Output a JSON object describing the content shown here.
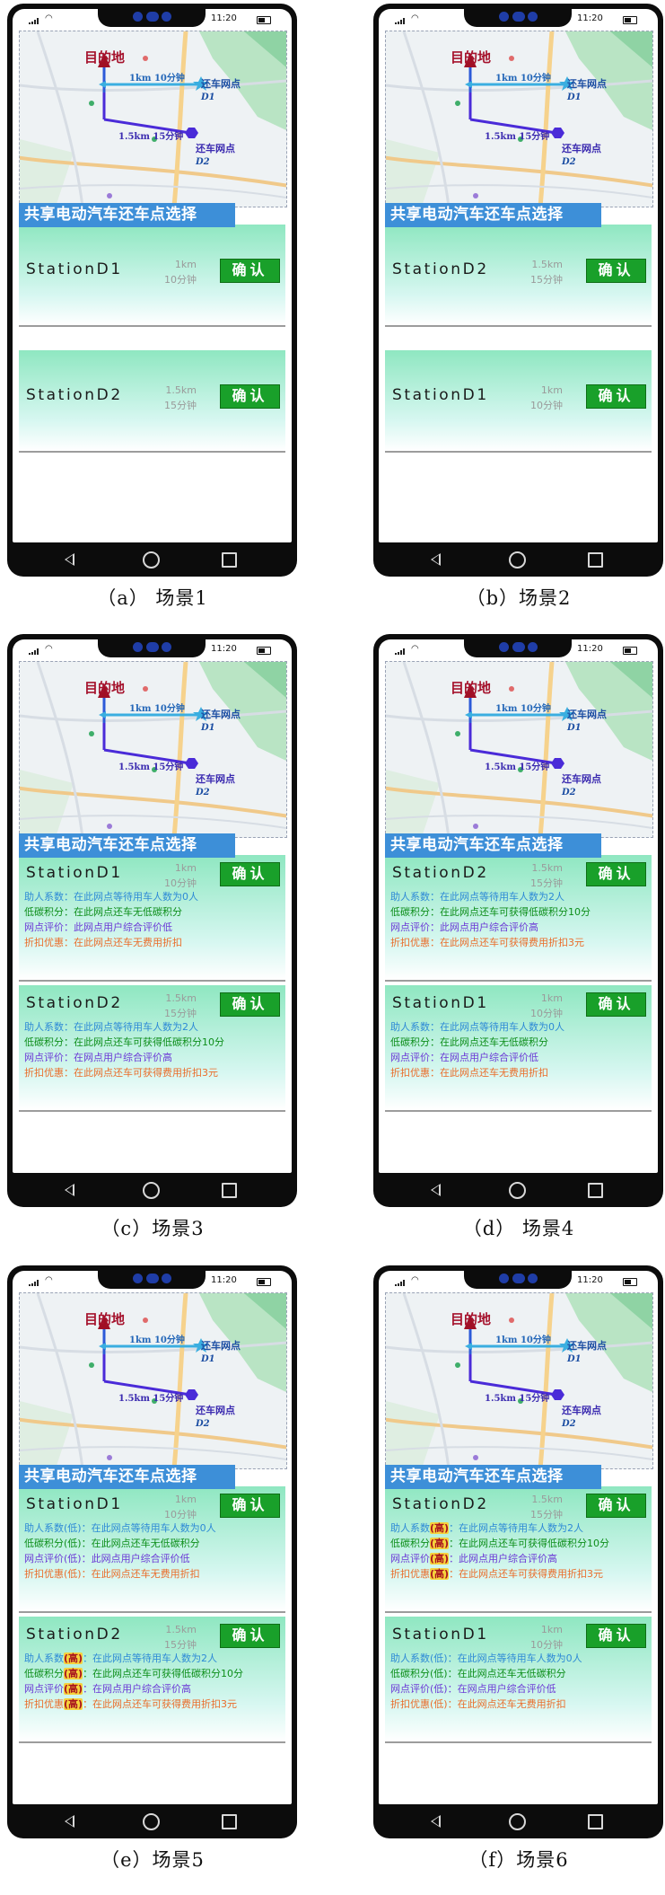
{
  "status_time": "11:20",
  "map": {
    "destination": "目的地",
    "route1_label": "1km 10分钟",
    "route2_label": "1.5km 15分钟",
    "station_label": "还车网点",
    "station1_code": "D1",
    "station2_code": "D2"
  },
  "header_title": "共享电动汽车还车点选择",
  "confirm_label": "确认",
  "scenes": [
    {
      "caption": "（a） 场景1",
      "cards": [
        {
          "name": "StationD1",
          "dist": "1km",
          "time": "10分钟",
          "details": []
        },
        {
          "name": "StationD2",
          "dist": "1.5km",
          "time": "15分钟",
          "details": []
        }
      ]
    },
    {
      "caption": "（b）场景2",
      "cards": [
        {
          "name": "StationD2",
          "dist": "1.5km",
          "time": "15分钟",
          "details": []
        },
        {
          "name": "StationD1",
          "dist": "1km",
          "time": "10分钟",
          "details": []
        }
      ]
    },
    {
      "caption": "（c）场景3",
      "cards": [
        {
          "name": "StationD1",
          "dist": "1km",
          "time": "10分钟",
          "details": [
            {
              "color": "blue",
              "label": "助人系数",
              "tag": "",
              "text": "：在此网点等待用车人数为0人"
            },
            {
              "color": "green",
              "label": "低碳积分",
              "tag": "",
              "text": "：在此网点还车无低碳积分"
            },
            {
              "color": "purple",
              "label": "网点评价",
              "tag": "",
              "text": "：此网点用户综合评价低"
            },
            {
              "color": "orange",
              "label": "折扣优惠",
              "tag": "",
              "text": "：在此网点还车无费用折扣"
            }
          ]
        },
        {
          "name": "StationD2",
          "dist": "1.5km",
          "time": "15分钟",
          "details": [
            {
              "color": "blue",
              "label": "助人系数",
              "tag": "",
              "text": "：在此网点等待用车人数为2人"
            },
            {
              "color": "green",
              "label": "低碳积分",
              "tag": "",
              "text": "：在此网点还车可获得低碳积分10分"
            },
            {
              "color": "purple",
              "label": "网点评价",
              "tag": "",
              "text": "：在网点用户综合评价高"
            },
            {
              "color": "orange",
              "label": "折扣优惠",
              "tag": "",
              "text": "：在此网点还车可获得费用折扣3元"
            }
          ]
        }
      ]
    },
    {
      "caption": "（d） 场景4",
      "cards": [
        {
          "name": "StationD2",
          "dist": "1.5km",
          "time": "15分钟",
          "details": [
            {
              "color": "blue",
              "label": "助人系数",
              "tag": "",
              "text": "：在此网点等待用车人数为2人"
            },
            {
              "color": "green",
              "label": "低碳积分",
              "tag": "",
              "text": "：在此网点还车可获得低碳积分10分"
            },
            {
              "color": "purple",
              "label": "网点评价",
              "tag": "",
              "text": "：此网点用户综合评价高"
            },
            {
              "color": "orange",
              "label": "折扣优惠",
              "tag": "",
              "text": "：在此网点还车可获得费用折扣3元"
            }
          ]
        },
        {
          "name": "StationD1",
          "dist": "1km",
          "time": "10分钟",
          "details": [
            {
              "color": "blue",
              "label": "助人系数",
              "tag": "",
              "text": "：在此网点等待用车人数为0人"
            },
            {
              "color": "green",
              "label": "低碳积分",
              "tag": "",
              "text": "：在此网点还车无低碳积分"
            },
            {
              "color": "purple",
              "label": "网点评价",
              "tag": "",
              "text": "：在网点用户综合评价低"
            },
            {
              "color": "orange",
              "label": "折扣优惠",
              "tag": "",
              "text": "：在此网点还车无费用折扣"
            }
          ]
        }
      ]
    },
    {
      "caption": "（e）场景5",
      "cards": [
        {
          "name": "StationD1",
          "dist": "1km",
          "time": "10分钟",
          "details": [
            {
              "color": "blue",
              "label": "助人系数(低)",
              "tag": "",
              "text": "：在此网点等待用车人数为0人"
            },
            {
              "color": "green",
              "label": "低碳积分(低)",
              "tag": "",
              "text": "：在此网点还车无低碳积分"
            },
            {
              "color": "purple",
              "label": "网点评价(低)",
              "tag": "",
              "text": "：此网点用户综合评价低"
            },
            {
              "color": "orange",
              "label": "折扣优惠(低)",
              "tag": "",
              "text": "：在此网点还车无费用折扣"
            }
          ]
        },
        {
          "name": "StationD2",
          "dist": "1.5km",
          "time": "15分钟",
          "details": [
            {
              "color": "blue",
              "label": "助人系数",
              "tag": "(高)",
              "text": "：在此网点等待用车人数为2人"
            },
            {
              "color": "green",
              "label": "低碳积分",
              "tag": "(高)",
              "text": "：在此网点还车可获得低碳积分10分"
            },
            {
              "color": "purple",
              "label": "网点评价",
              "tag": "(高)",
              "text": "：在网点用户综合评价高"
            },
            {
              "color": "orange",
              "label": "折扣优惠",
              "tag": "(高)",
              "text": "：在此网点还车可获得费用折扣3元"
            }
          ]
        }
      ]
    },
    {
      "caption": "（f）场景6",
      "cards": [
        {
          "name": "StationD2",
          "dist": "1.5km",
          "time": "15分钟",
          "details": [
            {
              "color": "blue",
              "label": "助人系数",
              "tag": "(高)",
              "text": "：在此网点等待用车人数为2人"
            },
            {
              "color": "green",
              "label": "低碳积分",
              "tag": "(高)",
              "text": "：在此网点还车可获得低碳积分10分"
            },
            {
              "color": "purple",
              "label": "网点评价",
              "tag": "(高)",
              "text": "：此网点用户综合评价高"
            },
            {
              "color": "orange",
              "label": "折扣优惠",
              "tag": "(高)",
              "text": "：在此网点还车可获得费用折扣3元"
            }
          ]
        },
        {
          "name": "StationD1",
          "dist": "1km",
          "time": "10分钟",
          "details": [
            {
              "color": "blue",
              "label": "助人系数(低)",
              "tag": "",
              "text": "：在此网点等待用车人数为0人"
            },
            {
              "color": "green",
              "label": "低碳积分(低)",
              "tag": "",
              "text": "：在此网点还车无低碳积分"
            },
            {
              "color": "purple",
              "label": "网点评价(低)",
              "tag": "",
              "text": "：在网点用户综合评价低"
            },
            {
              "color": "orange",
              "label": "折扣优惠(低)",
              "tag": "",
              "text": "：在此网点还车无费用折扣"
            }
          ]
        }
      ]
    }
  ]
}
